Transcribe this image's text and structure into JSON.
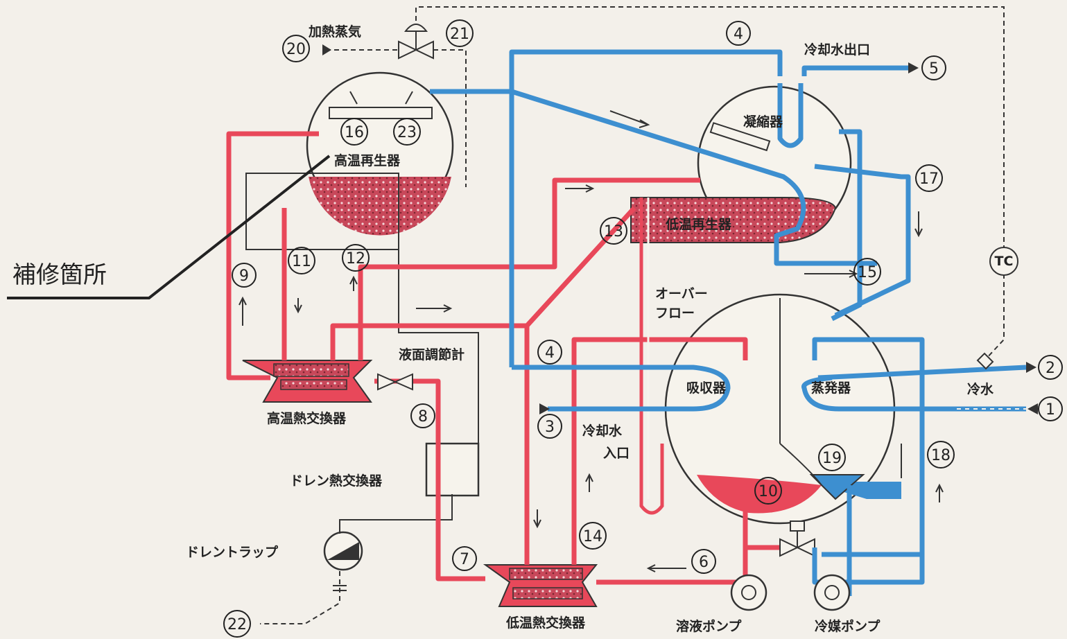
{
  "labels": {
    "heating_steam": "加熱蒸気",
    "condenser": "凝縮器",
    "high_temp_regenerator": "高温再生器",
    "low_temp_regenerator": "低温再生器",
    "cooling_water_outlet": "冷却水出口",
    "repair_location": "補修箇所",
    "overflow_line1": "オーバー",
    "overflow_line2": "フロー",
    "absorber": "吸収器",
    "evaporator": "蒸発器",
    "cold_water": "冷水",
    "level_controller": "液面調節計",
    "high_temp_hx": "高温熱交換器",
    "drain_hx": "ドレン熱交換器",
    "drain_trap": "ドレントラップ",
    "cooling_water_inlet_line1": "冷却水",
    "cooling_water_inlet_line2": "入口",
    "low_temp_hx": "低温熱交換器",
    "solution_pump": "溶液ポンプ",
    "refrigerant_pump": "冷媒ポンプ",
    "tc": "TC"
  },
  "numbers": {
    "n1": "1",
    "n2": "2",
    "n3": "3",
    "n4a": "4",
    "n4b": "4",
    "n5": "5",
    "n6": "6",
    "n7": "7",
    "n8": "8",
    "n9": "9",
    "n10": "10",
    "n11": "11",
    "n12": "12",
    "n13": "13",
    "n14": "14",
    "n15": "15",
    "n16": "16",
    "n17": "17",
    "n18": "18",
    "n19": "19",
    "n20": "20",
    "n21": "21",
    "n22": "22",
    "n23": "23"
  },
  "colors": {
    "solution": "#e8485a",
    "water": "#3d8fd0"
  }
}
